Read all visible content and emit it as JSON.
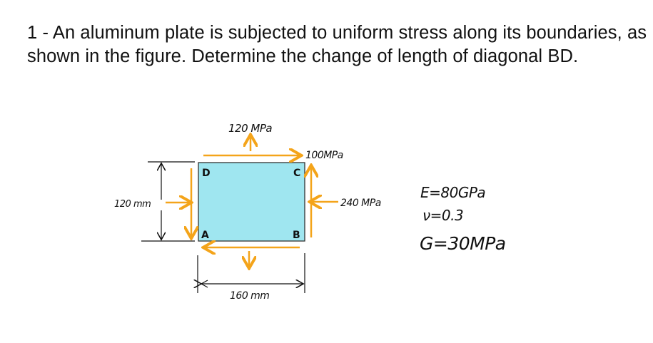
{
  "problem": {
    "number": "1",
    "text": "An aluminum plate is subjected to uniform stress along its boundaries, as shown in the figure. Determine the change of length of diagonal BD."
  },
  "figure": {
    "plate_color": "#9fe6f0",
    "arrow_color": "#f4a41a",
    "corners": {
      "top_left": "D",
      "top_right": "C",
      "bottom_left": "A",
      "bottom_right": "B"
    },
    "stress_top": "120 MPa",
    "stress_shear": "100MPa",
    "stress_right": "240 MPa",
    "dim_height": "120 mm",
    "dim_width": "160 mm"
  },
  "properties": {
    "E": "E=80GPa",
    "nu": "ν=0.3",
    "G": "G=30MPa"
  }
}
